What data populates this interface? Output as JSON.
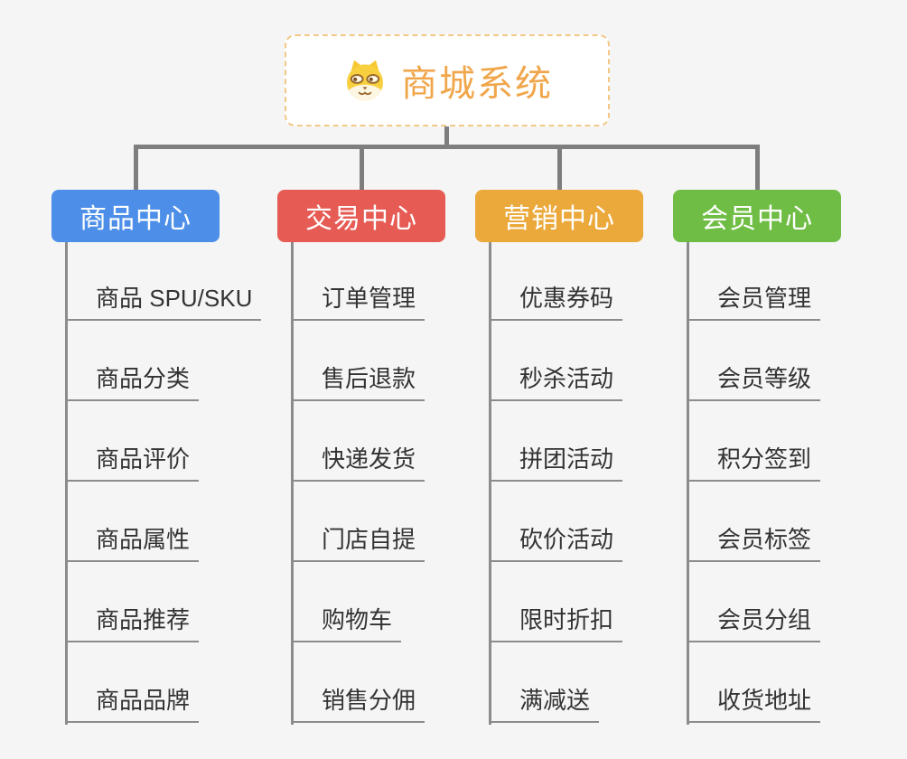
{
  "root": {
    "title": "商城系统",
    "icon": "shiba-dog-icon",
    "border_color": "#f3c887",
    "title_color": "#f0a64b"
  },
  "connector_color": "#7e7e7e",
  "background_color": "#f5f5f5",
  "branches": [
    {
      "label": "商品中心",
      "color": "#4d8fe8",
      "items": [
        "商品 SPU/SKU",
        "商品分类",
        "商品评价",
        "商品属性",
        "商品推荐",
        "商品品牌"
      ]
    },
    {
      "label": "交易中心",
      "color": "#e65c55",
      "items": [
        "订单管理",
        "售后退款",
        "快递发货",
        "门店自提",
        "购物车",
        "销售分佣"
      ]
    },
    {
      "label": "营销中心",
      "color": "#eba93c",
      "items": [
        "优惠券码",
        "秒杀活动",
        "拼团活动",
        "砍价活动",
        "限时折扣",
        "满减送"
      ]
    },
    {
      "label": "会员中心",
      "color": "#6fbd44",
      "items": [
        "会员管理",
        "会员等级",
        "积分签到",
        "会员标签",
        "会员分组",
        "收货地址"
      ]
    }
  ]
}
